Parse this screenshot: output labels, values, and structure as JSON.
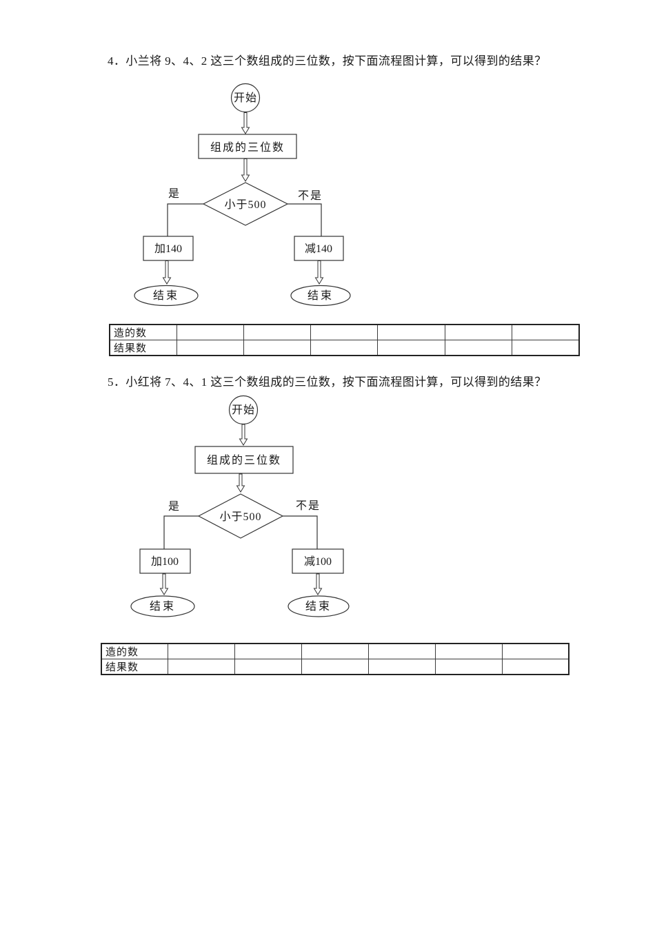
{
  "questions": [
    {
      "text": "4．小兰将 9、4、2 这三个数组成的三位数，按下面流程图计算，可以得到的结果？"
    },
    {
      "text": "5．小红将 7、4、1 这三个数组成的三位数，按下面流程图计算，可以得到的结果？"
    }
  ],
  "flowcharts": [
    {
      "start": "开始",
      "process": "组成的三位数",
      "decision": "小于500",
      "yes": "是",
      "no": "不是",
      "yes_action": "加140",
      "no_action": "减140",
      "end_left": "结束",
      "end_right": "结束"
    },
    {
      "start": "开始",
      "process": "组成的三位数",
      "decision": "小于500",
      "yes": "是",
      "no": "不是",
      "yes_action": "加100",
      "no_action": "减100",
      "end_left": "结束",
      "end_right": "结束"
    }
  ],
  "tables": [
    {
      "row_labels": [
        "造的数",
        "结果数"
      ]
    },
    {
      "row_labels": [
        "造的数",
        "结果数"
      ]
    }
  ],
  "colors": {
    "ink": "#1a1a1a",
    "line": "#333333",
    "background": "#ffffff"
  }
}
